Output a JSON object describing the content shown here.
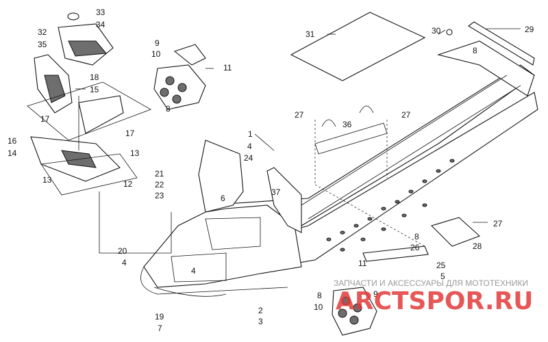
{
  "diagram": {
    "callouts": [
      {
        "id": "c1",
        "text": "1"
      },
      {
        "id": "c2",
        "text": "2"
      },
      {
        "id": "c3",
        "text": "3"
      },
      {
        "id": "c4a",
        "text": "4"
      },
      {
        "id": "c4b",
        "text": "4"
      },
      {
        "id": "c4c",
        "text": "4"
      },
      {
        "id": "c5",
        "text": "5"
      },
      {
        "id": "c6",
        "text": "6"
      },
      {
        "id": "c7",
        "text": "7"
      },
      {
        "id": "c8a",
        "text": "8"
      },
      {
        "id": "c8b",
        "text": "8"
      },
      {
        "id": "c8c",
        "text": "8"
      },
      {
        "id": "c8d",
        "text": "8"
      },
      {
        "id": "c9a",
        "text": "9"
      },
      {
        "id": "c9b",
        "text": "9"
      },
      {
        "id": "c10a",
        "text": "10"
      },
      {
        "id": "c10b",
        "text": "10"
      },
      {
        "id": "c11a",
        "text": "11"
      },
      {
        "id": "c11b",
        "text": "11"
      },
      {
        "id": "c12",
        "text": "12"
      },
      {
        "id": "c13a",
        "text": "13"
      },
      {
        "id": "c13b",
        "text": "13"
      },
      {
        "id": "c14",
        "text": "14"
      },
      {
        "id": "c15",
        "text": "15"
      },
      {
        "id": "c16",
        "text": "16"
      },
      {
        "id": "c17a",
        "text": "17"
      },
      {
        "id": "c17b",
        "text": "17"
      },
      {
        "id": "c18",
        "text": "18"
      },
      {
        "id": "c19",
        "text": "19"
      },
      {
        "id": "c20",
        "text": "20"
      },
      {
        "id": "c21",
        "text": "21"
      },
      {
        "id": "c22",
        "text": "22"
      },
      {
        "id": "c23",
        "text": "23"
      },
      {
        "id": "c24",
        "text": "24"
      },
      {
        "id": "c25",
        "text": "25"
      },
      {
        "id": "c26",
        "text": "26"
      },
      {
        "id": "c27a",
        "text": "27"
      },
      {
        "id": "c27b",
        "text": "27"
      },
      {
        "id": "c27c",
        "text": "27"
      },
      {
        "id": "c28",
        "text": "28"
      },
      {
        "id": "c29",
        "text": "29"
      },
      {
        "id": "c30",
        "text": "30"
      },
      {
        "id": "c31",
        "text": "31"
      },
      {
        "id": "c32",
        "text": "32"
      },
      {
        "id": "c33",
        "text": "33"
      },
      {
        "id": "c34",
        "text": "34"
      },
      {
        "id": "c35",
        "text": "35"
      },
      {
        "id": "c36",
        "text": "36"
      },
      {
        "id": "c37",
        "text": "37"
      }
    ]
  },
  "watermark": {
    "subtitle": "ЗАПЧАСТИ И АКСЕССУАРЫ ДЛЯ МОТОТЕХНИКИ",
    "brand": "ARCTSPOR.RU"
  }
}
